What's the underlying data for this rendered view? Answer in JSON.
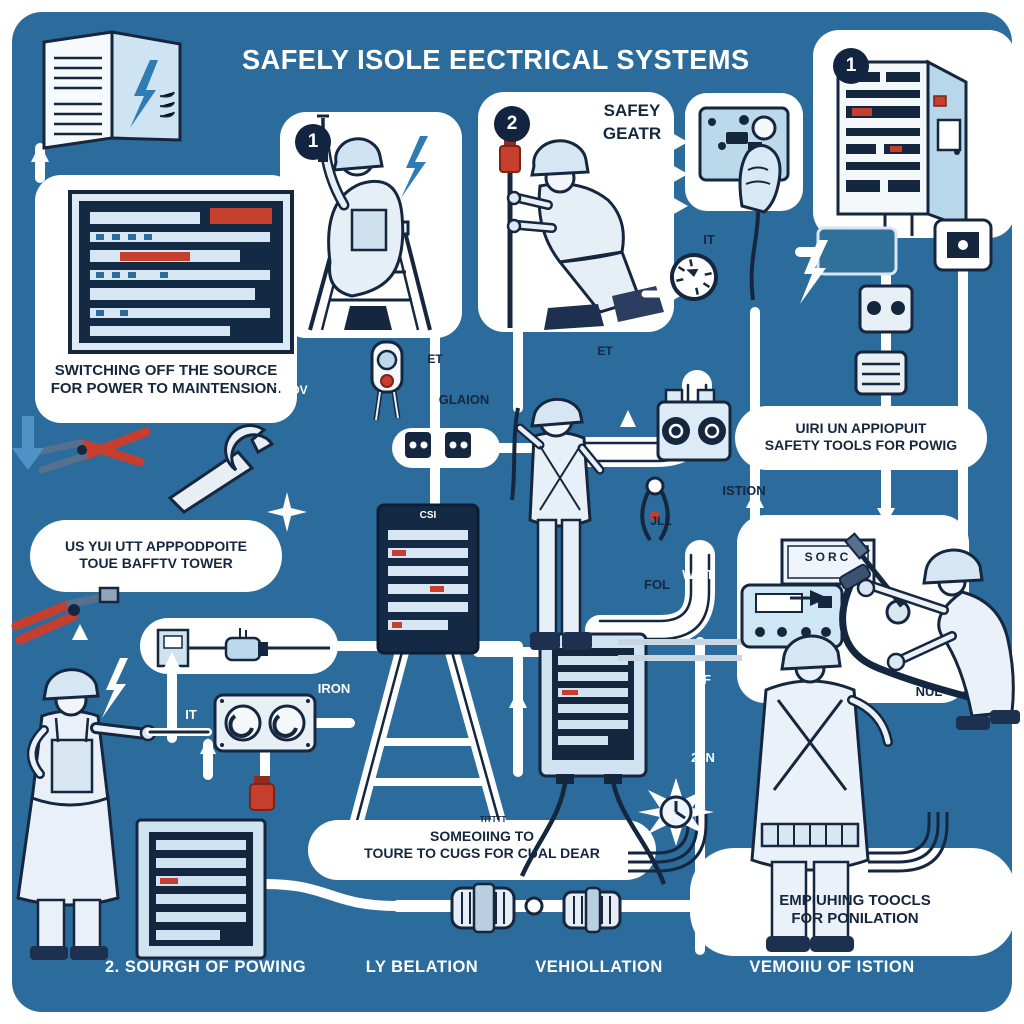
{
  "title": "SAFELY ISOLE EECTRICAL SYSTEMS",
  "badges": {
    "one": "1",
    "two": "2",
    "cabinet": "1"
  },
  "captions": {
    "switch_off": "SWITCHING OFF THE SOURCE\nFOR POWER TO MAINTENSION.",
    "use_tools_left": "US YUI UTT APPPODPOITE\nTOUE BAFFTV TOWER",
    "use_tools_right": "UIRI UN APPIOPUIT\nSAFETY TOOLS FOR POWIG",
    "secure_center": "SOMEOIING TO\nTOURE TO CUGS FOR CUAL DEAR",
    "employ_tools": "EMPIUHING TOOCLS\nFOR PONILATION",
    "safety_gear": "SAFEY\nGEATR",
    "sign": "SORC",
    "csi": "CSI"
  },
  "labels": {
    "thov": "THOV",
    "et_a": "ET",
    "glaion": "GLAION",
    "et_b": "ET",
    "it_top": "IT",
    "istion": "ISTION",
    "jll": "JLL",
    "fol": "FOL",
    "witt": "WITT",
    "iron": "IRON",
    "it_left": "IT",
    "f": "F",
    "n20": "20N",
    "nul": "NUL",
    "tittt": "TITTTT"
  },
  "footer": {
    "source": "2. SOURGH OF POWING",
    "isolation": "LY BELATION",
    "verification": "VEHIOLLATION",
    "removal": "VEMOIIU OF ISTION"
  },
  "icons": {
    "booklet": "open-manual-icon",
    "lightning": "lightning-bolt-icon",
    "pliers": "pliers-icon",
    "wrench": "wrench-icon",
    "crimper": "crimper-icon",
    "lockout_tag": "lockout-tag-icon",
    "gauge": "meter-gauge-icon",
    "outlet": "outlet-icon",
    "plug": "plug-hand-icon",
    "breaker_panel": "breaker-panel-icon",
    "cabinet": "electrical-cabinet-icon",
    "sparkle": "sparkle-icon"
  },
  "colors": {
    "background": "#2b6c9d",
    "panel_white": "#ffffff",
    "navy": "#15273f",
    "light_blue": "#bcd9ec",
    "red": "#c63f2e",
    "teal_bolt": "#2e7cb2"
  }
}
